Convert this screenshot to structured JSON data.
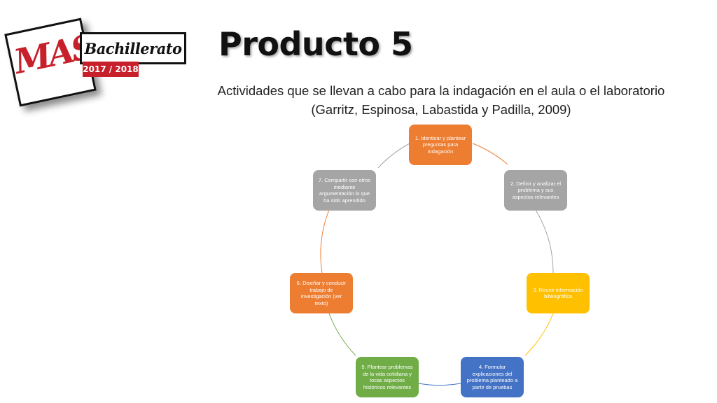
{
  "logo": {
    "mark": "MAS",
    "name": "Bachillerato",
    "years": "2017 / 2018",
    "brand_red": "#c8202a"
  },
  "title": "Producto 5",
  "subtitle": {
    "line1": "Actividades que se llevan a cabo para la indagación en el aula o el laboratorio",
    "line2": "(Garritz, Espinosa, Labastida y Padilla, 2009)"
  },
  "cycle": {
    "steps": [
      {
        "label": "1. Identicar y plantear preguntas para indagación",
        "color": "#ed7d31"
      },
      {
        "label": "2. Definir y analizar el problema y sus aspectos relevantes",
        "color": "#a5a5a5"
      },
      {
        "label": "3. Reunir información bibliográfica",
        "color": "#ffc000"
      },
      {
        "label": "4. Formular explicaciones del problema planteado a partir de pruebas",
        "color": "#4472c4"
      },
      {
        "label": "5. Plantear problemas de la vida cotidiana y tocas aspectos históricos relevantes",
        "color": "#70ad47"
      },
      {
        "label": "6. Diseñar y conducir trabajo de investigación (ver texto)",
        "color": "#ed7d31"
      },
      {
        "label": "7. Compartir con otros mediante argumentación lo que ha sido aprendido",
        "color": "#a5a5a5"
      }
    ]
  }
}
